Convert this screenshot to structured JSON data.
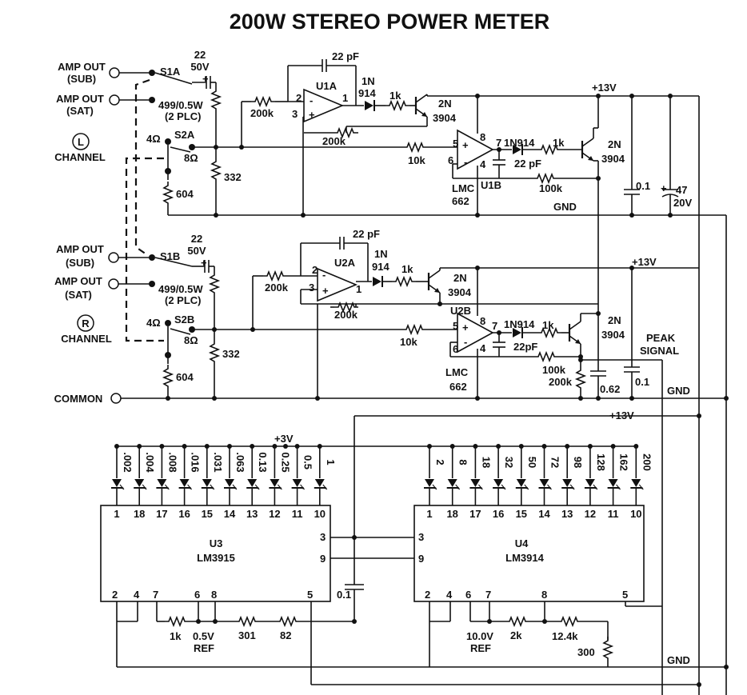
{
  "title": "200W STEREO POWER METER",
  "labels": {
    "amp_out_sub": "AMP OUT",
    "sub": "(SUB)",
    "amp_out_sat": "AMP OUT",
    "sat": "(SAT)",
    "l": "L",
    "r": "R",
    "channel": "CHANNEL",
    "common": "COMMON",
    "gnd": "GND",
    "plus13v": "+13V",
    "plus3v": "+3V",
    "peak": "PEAK",
    "signal": "SIGNAL",
    "ref": "REF"
  },
  "switches": {
    "s1a": "S1A",
    "s2a": "S2A",
    "s1b": "S1B",
    "s2b": "S2B",
    "four_ohm": "4Ω",
    "eight_ohm": "8Ω"
  },
  "parts": {
    "c22": "22",
    "c50v": "50V",
    "r499": "499/0.5W",
    "plc": "(2 PLC)",
    "r332": "332",
    "r604": "604",
    "r200k": "200k",
    "r10k": "10k",
    "r1k": "1k",
    "r100k": "100k",
    "c22pf": "22 pF",
    "c22pf2": "22pF",
    "d1n": "1N",
    "d914": "914",
    "d1n914": "1N914",
    "q2n": "2N",
    "q3904": "3904",
    "lmc": "LMC",
    "lmc662": "662",
    "u1a": "U1A",
    "u1b": "U1B",
    "u2a": "U2A",
    "u2b": "U2B",
    "c01": "0.1",
    "c47": "47",
    "c20v": "20V",
    "c062": "0.62",
    "r301": "301",
    "r82": "82",
    "r2k": "2k",
    "r12k4": "12.4k",
    "r300": "300",
    "v05": "0.5V",
    "v10": "10.0V"
  },
  "u3": {
    "name": "U3",
    "part": "LM3915",
    "led_labels": [
      ".002",
      ".004",
      ".008",
      ".016",
      ".031",
      ".063",
      "0.13",
      "0.25",
      "0.5",
      "1"
    ],
    "top_pins": [
      "1",
      "18",
      "17",
      "16",
      "15",
      "14",
      "13",
      "12",
      "11",
      "10"
    ],
    "bottom_pins": [
      "2",
      "4",
      "7",
      "6",
      "8",
      "5"
    ],
    "side_pins": [
      "3",
      "9"
    ]
  },
  "u4": {
    "name": "U4",
    "part": "LM3914",
    "led_labels": [
      "2",
      "8",
      "18",
      "32",
      "50",
      "72",
      "98",
      "128",
      "162",
      "200"
    ],
    "top_pins": [
      "1",
      "18",
      "17",
      "16",
      "15",
      "14",
      "13",
      "12",
      "11",
      "10"
    ],
    "bottom_pins": [
      "2",
      "4",
      "6",
      "7",
      "8",
      "5"
    ],
    "side_pins": [
      "3",
      "9"
    ]
  },
  "colors": {
    "ink": "#111111",
    "background": "#ffffff"
  }
}
